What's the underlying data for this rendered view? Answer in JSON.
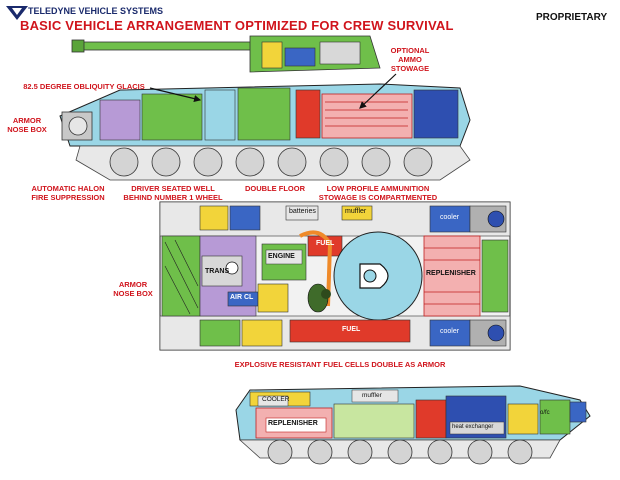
{
  "header": {
    "company": "TELEDYNE VEHICLE SYSTEMS",
    "title": "BASIC VEHICLE ARRANGEMENT OPTIMIZED FOR CREW SURVIVAL",
    "classification": "PROPRIETARY"
  },
  "top_view": {
    "labels": {
      "glacis": "82.5 DEGREE OBLIQUITY GLACIS",
      "armor_nose": "ARMOR\nNOSE BOX",
      "optional_ammo": "OPTIONAL\nAMMO\nSTOWAGE"
    }
  },
  "mid_labels": {
    "halon": "AUTOMATIC HALON\nFIRE SUPPRESSION",
    "driver": "DRIVER SEATED WELL\nBEHIND NUMBER 1 WHEEL",
    "floor": "DOUBLE FLOOR",
    "ammo": "LOW PROFILE AMMUNITION\nSTOWAGE IS COMPARTMENTED",
    "armor_nose": "ARMOR\nNOSE BOX"
  },
  "plan_view": {
    "batteries": "batteries",
    "muffler": "muffler",
    "cooler_top": "cooler",
    "cooler_bottom": "cooler",
    "fuel_top": "FUEL",
    "fuel_bottom": "FUEL",
    "engine": "ENGINE",
    "trans": "TRANS",
    "air_cl": "AIR CL",
    "replenisher": "REPLENISHER"
  },
  "bottom_view": {
    "caption": "EXPLOSIVE RESISTANT FUEL CELLS DOUBLE AS ARMOR",
    "cooler": "COOLER",
    "muffler": "muffler",
    "replenisher": "REPLENISHER",
    "heat_exchanger": "heat exchanger",
    "ofc": "o/fc"
  }
}
